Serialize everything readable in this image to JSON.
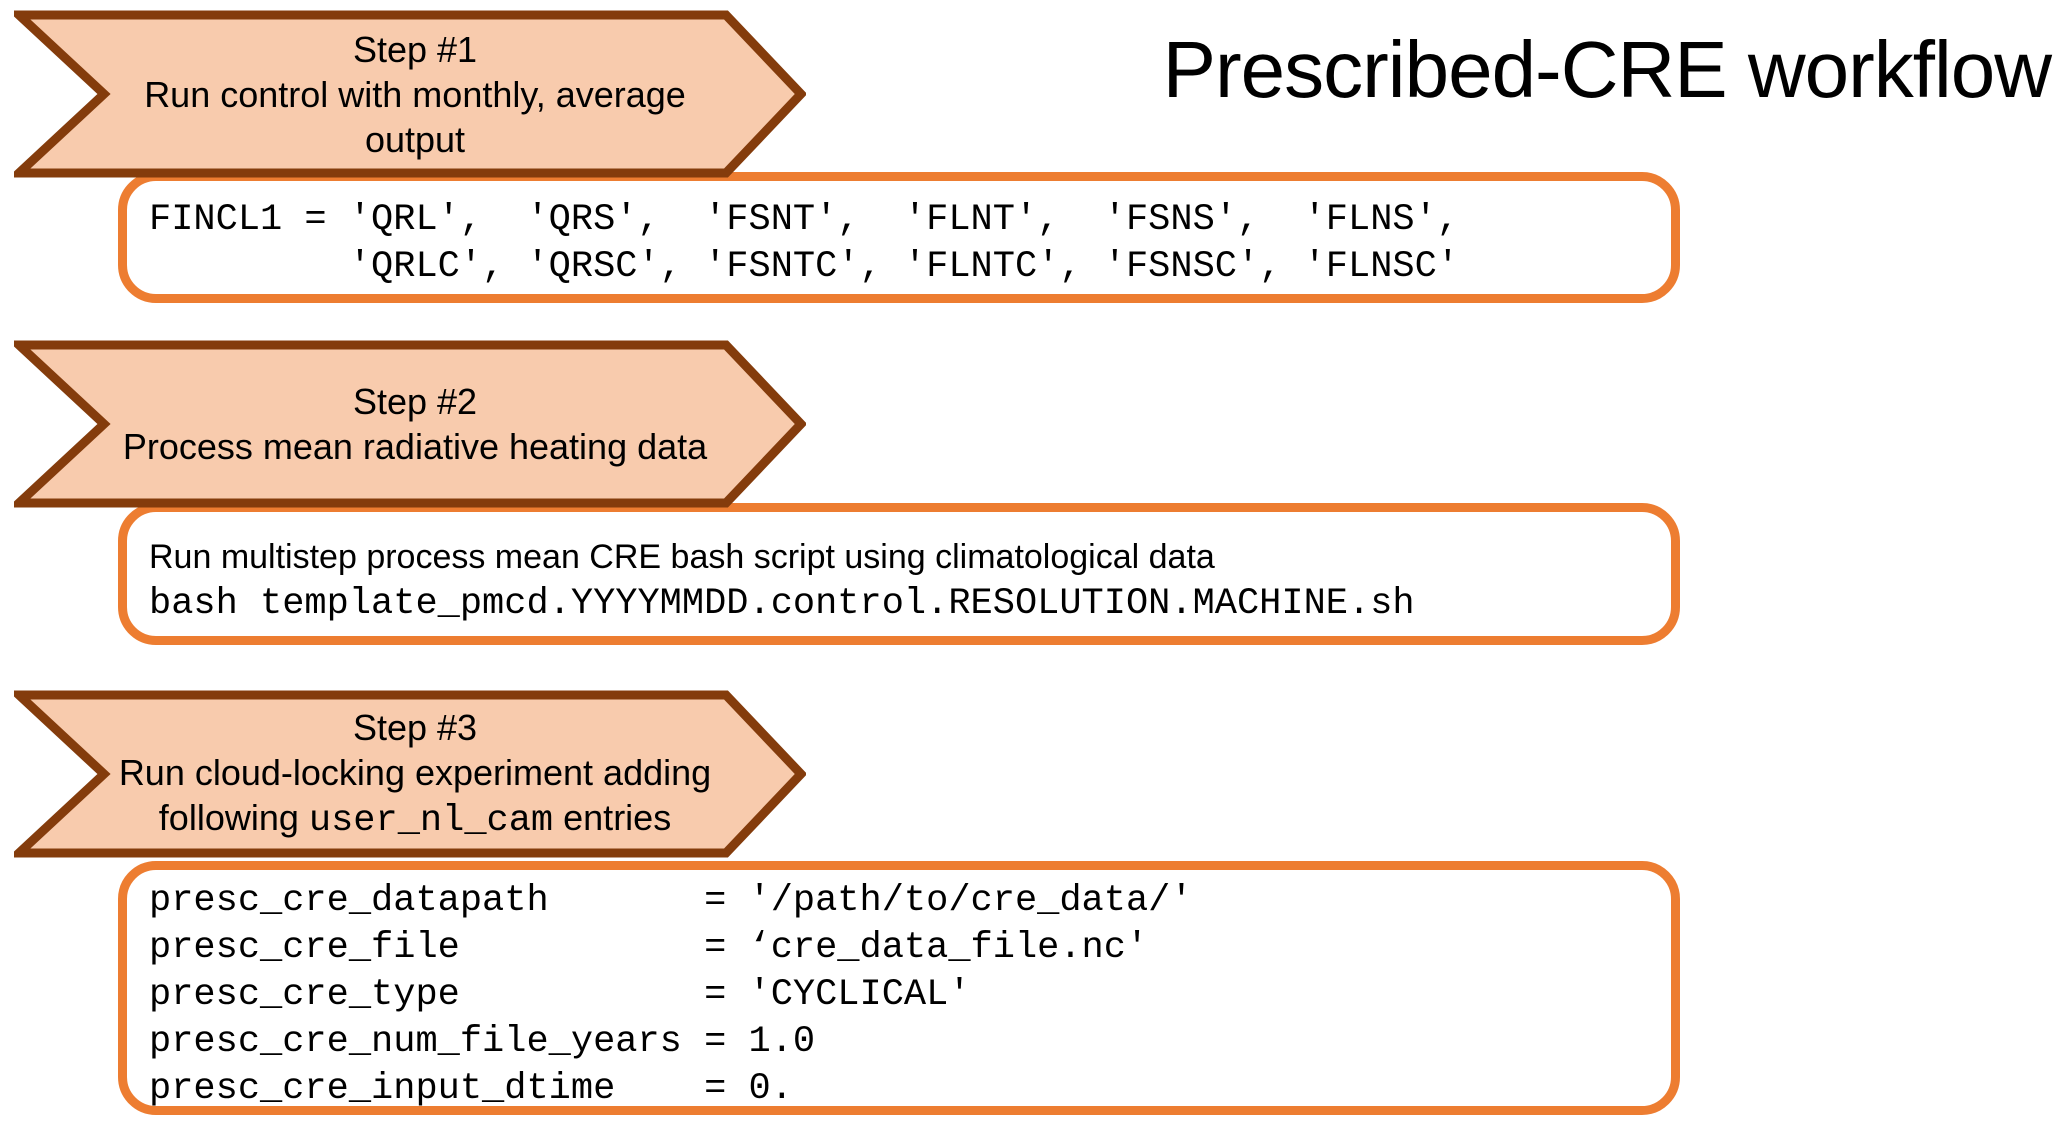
{
  "title": "Prescribed-CRE workflow",
  "colors": {
    "arrow_fill": "#F8CBAD",
    "arrow_border": "#843C0C",
    "box_border": "#ED7D31",
    "text": "#000000"
  },
  "steps": [
    {
      "label_lines": [
        "Step #1",
        "Run control with monthly, average",
        "output"
      ],
      "box": {
        "code_lines": [
          "FINCL1 = 'QRL',  'QRS',  'FSNT',  'FLNT',  'FSNS',  'FLNS',",
          "         'QRLC', 'QRSC', 'FSNTC', 'FLNTC', 'FSNSC', 'FLNSC'"
        ]
      }
    },
    {
      "label_lines": [
        "Step #2",
        "Process mean radiative heating data"
      ],
      "box": {
        "description": "Run multistep process mean CRE bash script using climatological data",
        "code_lines": [
          "bash template_pmcd.YYYYMMDD.control.RESOLUTION.MACHINE.sh"
        ]
      }
    },
    {
      "label_lines": [
        "Step #3",
        "Run cloud-locking experiment adding"
      ],
      "label_line3": {
        "prefix": "following ",
        "code": "user_nl_cam",
        "suffix": " entries"
      },
      "box": {
        "code_lines": [
          "presc_cre_datapath       = '/path/to/cre_data/'",
          "presc_cre_file           = ‘cre_data_file.nc'",
          "presc_cre_type           = 'CYCLICAL'",
          "presc_cre_num_file_years = 1.0",
          "presc_cre_input_dtime    = 0."
        ]
      }
    }
  ]
}
